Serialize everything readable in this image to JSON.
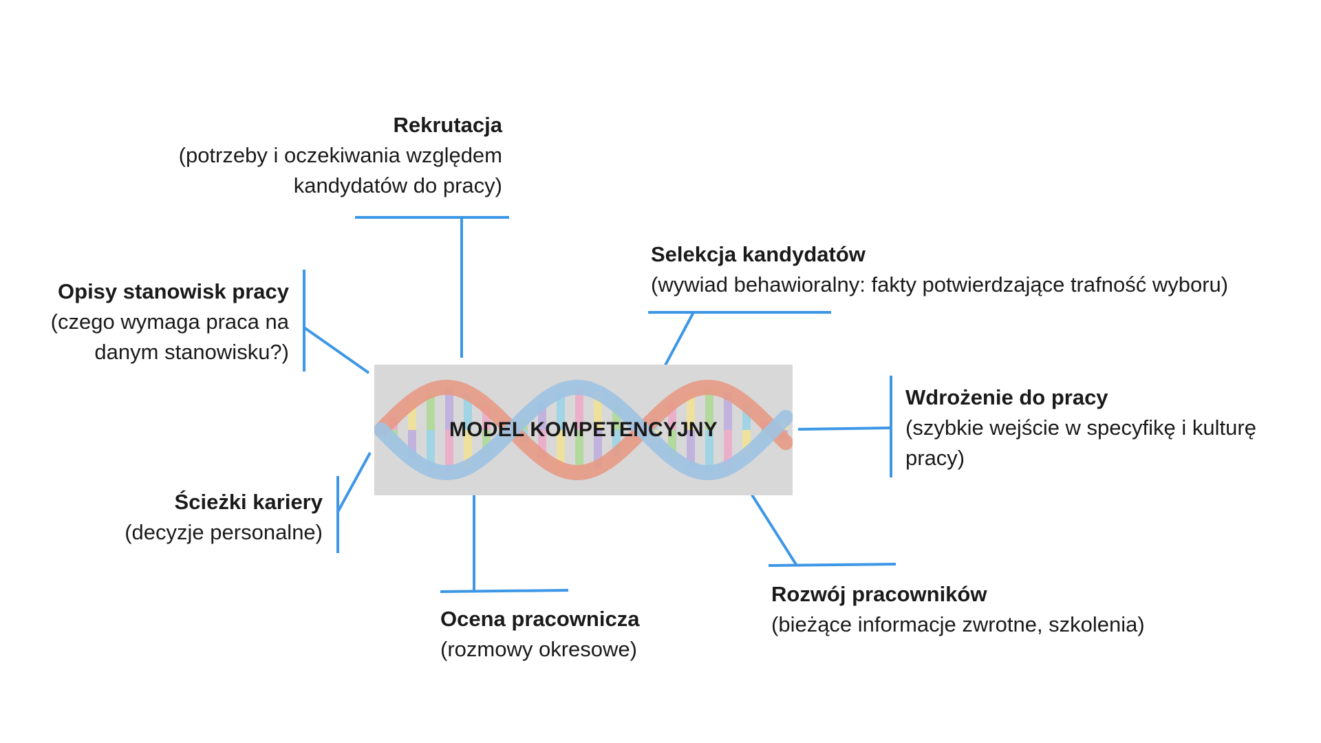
{
  "center": {
    "title": "MODEL KOMPETENCYJNY"
  },
  "nodes": {
    "rekrutacja": {
      "title": "Rekrutacja",
      "lines": [
        "(potrzeby i oczekiwania względem",
        "kandydatów do pracy)"
      ]
    },
    "opisy": {
      "title": "Opisy stanowisk pracy",
      "lines": [
        "(czego wymaga praca na",
        "danym stanowisku?)"
      ]
    },
    "selekcja": {
      "title": "Selekcja kandydatów",
      "lines": [
        "(wywiad behawioralny: fakty potwierdzające trafność wyboru)"
      ]
    },
    "wdrozenie": {
      "title": "Wdrożenie do pracy",
      "lines": [
        "(szybkie wejście w specyfikę i kulturę",
        "pracy)"
      ]
    },
    "sciezki": {
      "title": "Ścieżki kariery",
      "lines": [
        "(decyzje personalne)"
      ]
    },
    "ocena": {
      "title": "Ocena pracownicza",
      "lines": [
        "(rozmowy okresowe)"
      ]
    },
    "rozwoj": {
      "title": "Rozwój pracowników",
      "lines": [
        "(bieżące informacje zwrotne, szkolenia)"
      ]
    }
  },
  "colors": {
    "connector": "#3d97e6",
    "box": "#d8d8d8",
    "strand_blue": "#9fc3e3",
    "strand_orange": "#e79a86"
  }
}
